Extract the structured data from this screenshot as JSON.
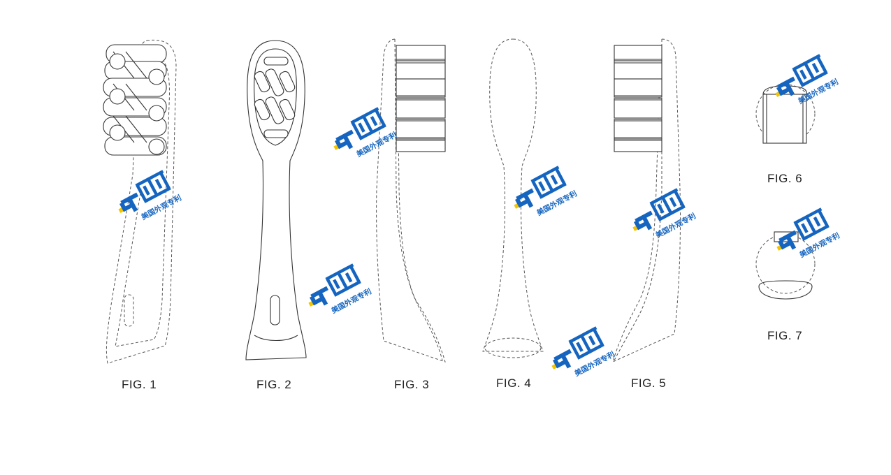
{
  "figures": [
    {
      "id": "fig1",
      "label": "FIG. 1"
    },
    {
      "id": "fig2",
      "label": "FIG. 2"
    },
    {
      "id": "fig3",
      "label": "FIG. 3"
    },
    {
      "id": "fig4",
      "label": "FIG. 4"
    },
    {
      "id": "fig5",
      "label": "FIG. 5"
    },
    {
      "id": "fig6",
      "label": "FIG. 6"
    },
    {
      "id": "fig7",
      "label": "FIG. 7"
    }
  ],
  "watermark": {
    "subtitle": "美国外观专利",
    "primary_color": "#1565c0",
    "accent_color": "#f5c400"
  },
  "colors": {
    "line": "#333333",
    "hidden_line": "#555555",
    "background": "#ffffff"
  }
}
